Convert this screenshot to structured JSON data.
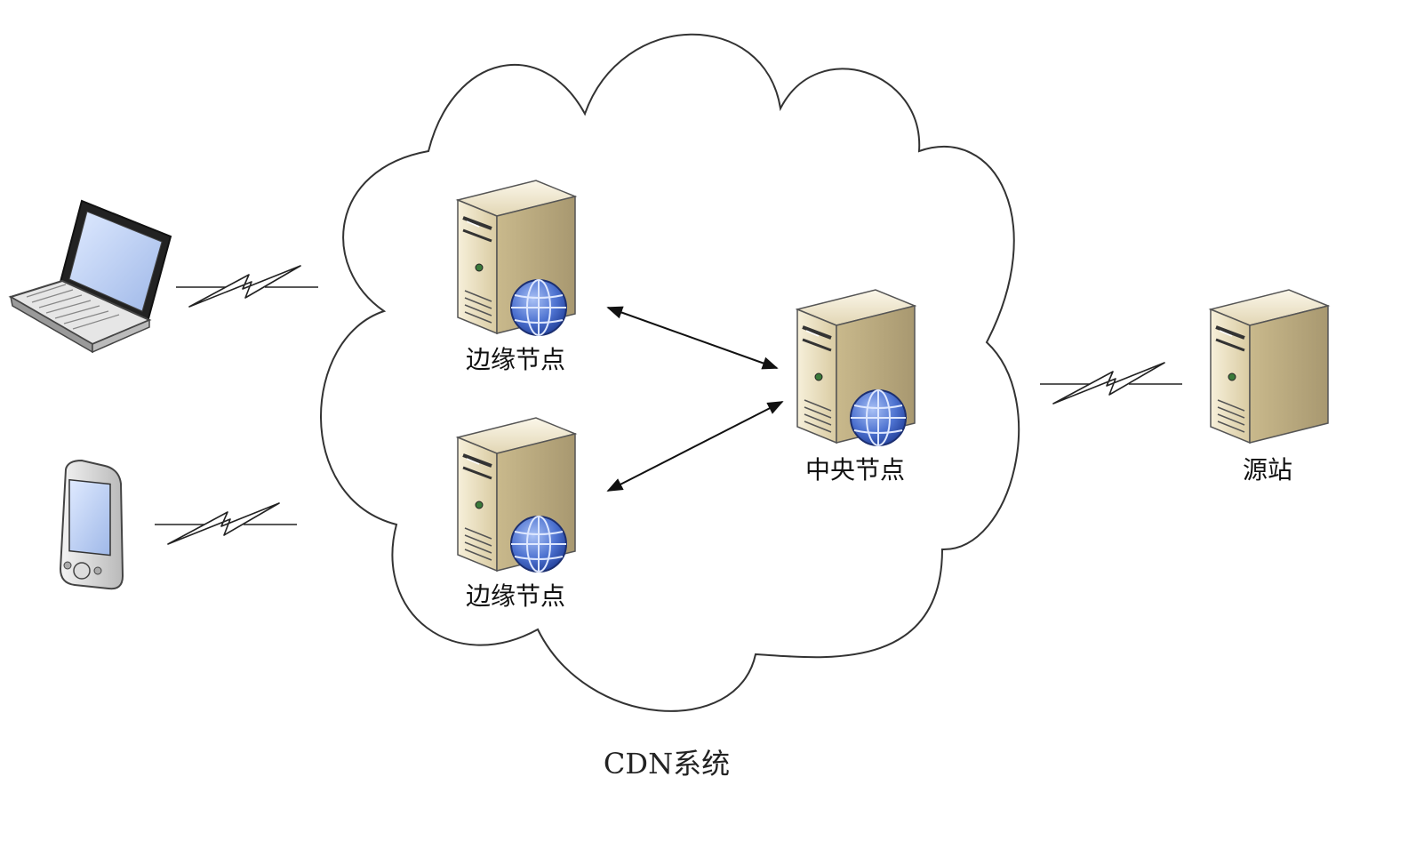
{
  "nodes": {
    "edge_top": {
      "label": "边缘节点"
    },
    "edge_bottom": {
      "label": "边缘节点"
    },
    "central": {
      "label": "中央节点"
    },
    "origin": {
      "label": "源站"
    }
  },
  "system": {
    "label": "CDN系统"
  },
  "devices": {
    "laptop": {
      "icon": "laptop-icon"
    },
    "phone": {
      "icon": "pda-phone-icon"
    }
  },
  "icons": {
    "server": "server-tower-icon",
    "globe": "globe-icon",
    "wireless_link": "lightning-link-icon"
  },
  "colors": {
    "server_front": "#efe5c6",
    "server_side": "#c8b88d",
    "globe": "#3f63c4",
    "cloud_stroke": "#333333"
  }
}
